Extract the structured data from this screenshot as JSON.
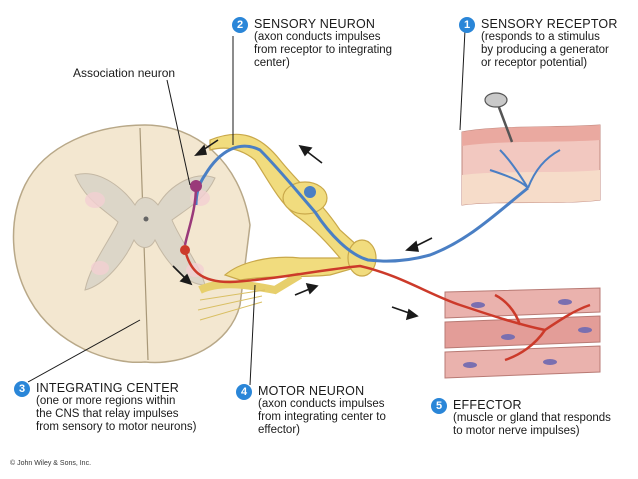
{
  "labels": {
    "sensory_receptor": {
      "number": "1",
      "title": "SENSORY RECEPTOR",
      "lines": [
        "(responds to a stimulus",
        "by producing a generator",
        "or receptor potential)"
      ]
    },
    "sensory_neuron": {
      "number": "2",
      "title": "SENSORY NEURON",
      "lines": [
        "(axon conducts impulses",
        "from receptor to integrating",
        "center)"
      ]
    },
    "integrating_center": {
      "number": "3",
      "title": "INTEGRATING CENTER",
      "lines": [
        "(one or more regions within",
        "the CNS that relay impulses",
        "from sensory to motor neurons)"
      ]
    },
    "motor_neuron": {
      "number": "4",
      "title": "MOTOR NEURON",
      "lines": [
        "(axon conducts impulses",
        "from integrating center to",
        "effector)"
      ]
    },
    "effector": {
      "number": "5",
      "title": "EFFECTOR",
      "lines": [
        "(muscle or gland that responds",
        "to motor nerve impulses)"
      ]
    },
    "association_neuron": "Association neuron"
  },
  "copyright": "© John Wiley & Sons, Inc.",
  "colors": {
    "badge": "#2a86d8",
    "sensory_axon": "#4a7fc4",
    "motor_axon": "#cc3a2a",
    "nerve": "#f1dc7e",
    "cord_white": "#f3e7d0",
    "cord_gray": "#dcd6c8"
  }
}
